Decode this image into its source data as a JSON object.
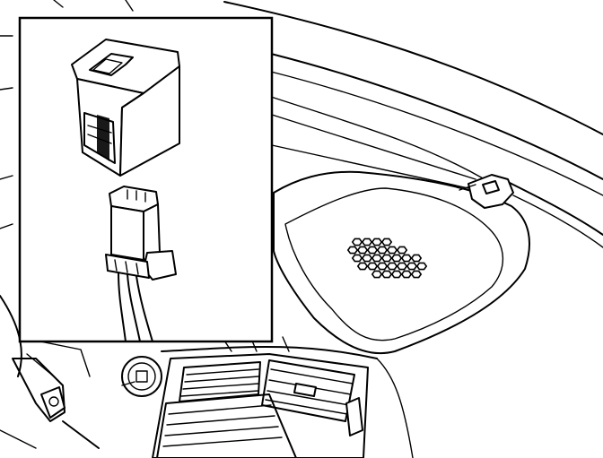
{
  "figure": {
    "kind": "line-art-illustration",
    "subject": "overhead-console-switch-and-connector",
    "line_color": "#000000",
    "background": "#ffffff"
  },
  "components": {
    "switch": "rocker-switch",
    "connector": "wire-connector",
    "speaker_grille": "hexagon-grille",
    "air_vents": "dashboard-air-vent"
  }
}
